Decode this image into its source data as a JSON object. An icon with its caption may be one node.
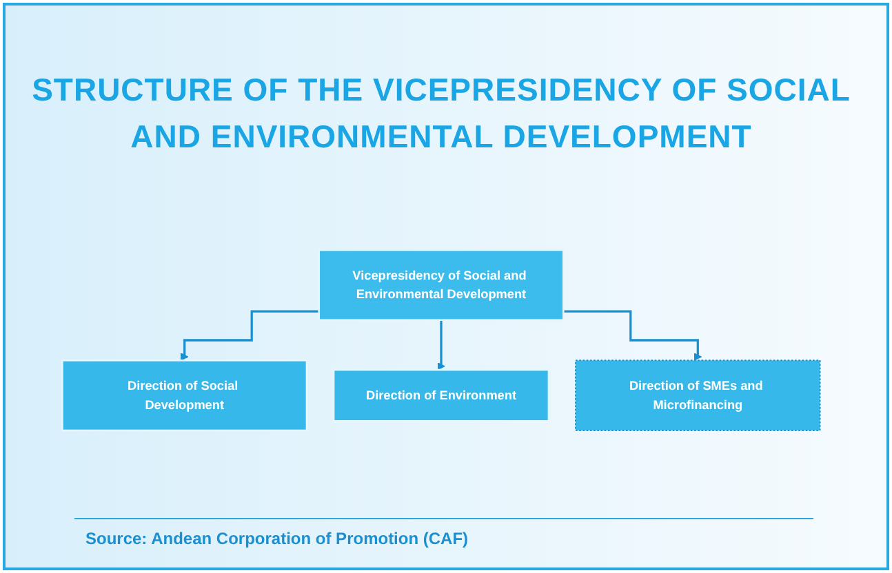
{
  "diagram": {
    "title": "STRUCTURE OF THE VICEPRESIDENCY OF SOCIAL AND ENVIRONMENTAL DEVELOPMENT",
    "caption": "Source: Andean Corporation of Promotion (CAF)",
    "nodes": [
      {
        "text": [
          "Vicepresidency of Social and Environmental Development"
        ]
      },
      {
        "text": [
          "Direction of Social Development"
        ]
      },
      {
        "text": [
          "Direction of Environment"
        ]
      },
      {
        "text": [
          "Direction of SMEs and Microfinancing"
        ]
      }
    ],
    "edges": [
      {
        "from": 0,
        "to": 1,
        "arrow": "to"
      },
      {
        "from": 0,
        "to": 2,
        "arrow": "to"
      },
      {
        "from": 0,
        "to": 3,
        "arrow": "to"
      }
    ]
  }
}
